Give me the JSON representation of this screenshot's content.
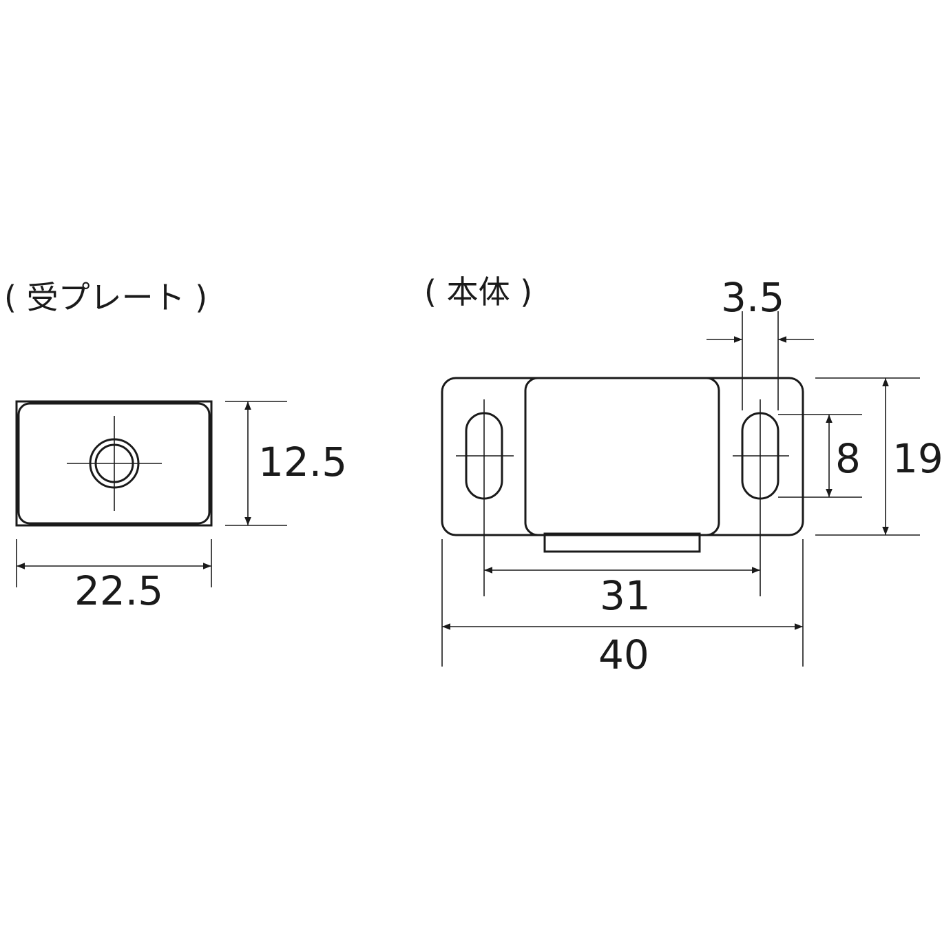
{
  "receiver_plate": {
    "title": "( 受プレート )",
    "width_dim": "22.5",
    "height_dim": "12.5"
  },
  "main_body": {
    "title": "( 本体 )",
    "slot_width_dim": "3.5",
    "slot_length_dim": "8",
    "height_dim": "19",
    "hole_pitch_dim": "31",
    "overall_width_dim": "40"
  }
}
